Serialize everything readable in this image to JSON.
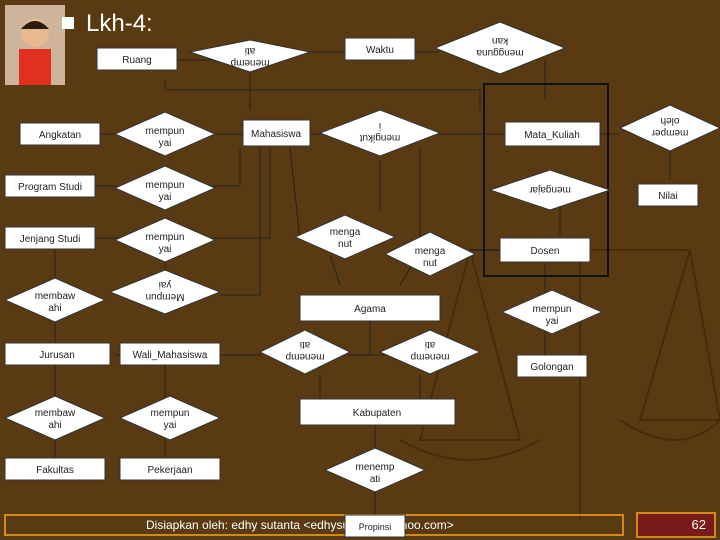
{
  "slide": {
    "title": "Lkh-4:",
    "footer": "Disiapkan oleh: edhy sutanta <edhysutanta@yahoo.com>",
    "page_number": "62"
  },
  "entities": {
    "ruang": "Ruang",
    "waktu": "Waktu",
    "angkatan": "Angkatan",
    "mahasiswa": "Mahasiswa",
    "mata_kuliah": "Mata_Kuliah",
    "program_studi": "Program Studi",
    "nilai": "Nilai",
    "jenjang_studi": "Jenjang Studi",
    "dosen": "Dosen",
    "agama": "Agama",
    "jurusan": "Jurusan",
    "wali_mahasiswa": "Wali_Mahasiswa",
    "golongan": "Golongan",
    "kabupaten": "Kabupaten",
    "fakultas": "Fakultas",
    "pekerjaan": "Pekerjaan",
    "propinsi": "Propinsi"
  },
  "relationships": {
    "menempati_top": [
      "menemp",
      "ati"
    ],
    "menggunakan": [
      "mengguna",
      "kan"
    ],
    "mengikuti": [
      "mengikut",
      "i"
    ],
    "mempunyai_angkatan": [
      "mempun",
      "yai"
    ],
    "mempunyai_prodi": [
      "mempun",
      "yai"
    ],
    "mempunyai_jenjang": [
      "mempun",
      "yai"
    ],
    "mempunyai_membawahi": [
      "Mempun",
      "yai"
    ],
    "mengajar": [
      "mengajar"
    ],
    "memperoleh": [
      "memper",
      "oleh"
    ],
    "menganut_1": [
      "menga",
      "nut"
    ],
    "menganut_2": [
      "menga",
      "nut"
    ],
    "membawahi_1": [
      "membaw",
      "ahi"
    ],
    "menempati_mid_left": [
      "menemp",
      "ati"
    ],
    "menempati_mid_right": [
      "menemp",
      "ati"
    ],
    "mempunyai_dosen": [
      "mempun",
      "yai"
    ],
    "membawahi_2": [
      "membaw",
      "ahi"
    ],
    "mempunyai_wali": [
      "mempun",
      "yai"
    ],
    "menempati_bottom": [
      "menemp",
      "ati"
    ]
  }
}
